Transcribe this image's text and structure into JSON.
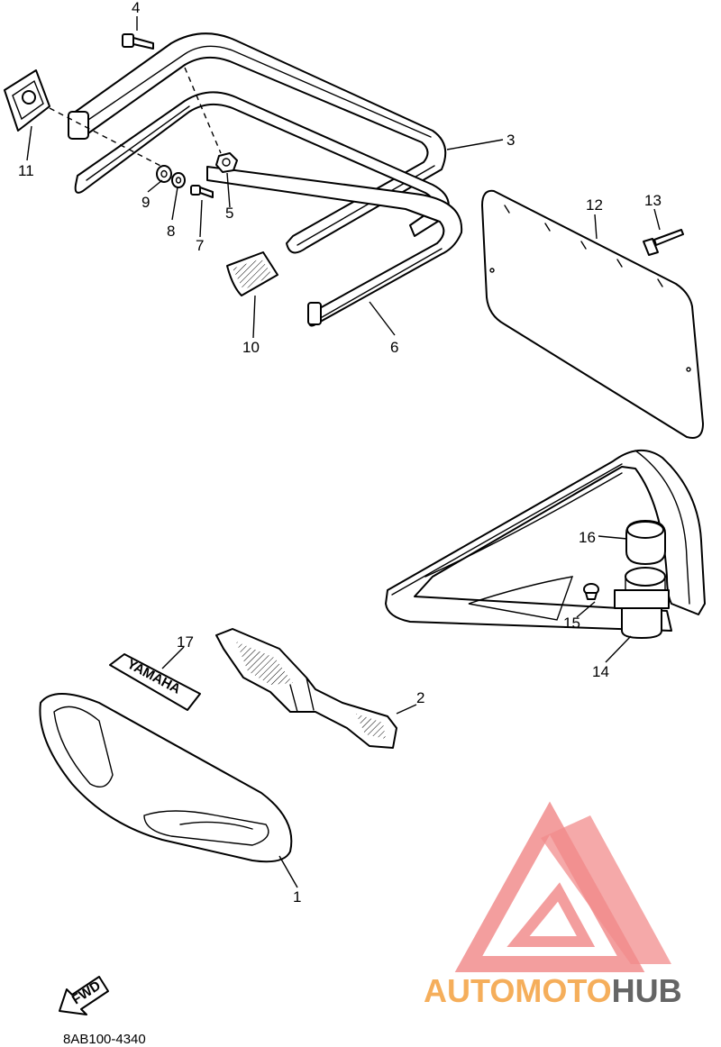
{
  "diagram_code": "8AB100-4340",
  "fwd_label": "FWD",
  "emblem_text": "YAMAHA",
  "watermark": {
    "part1": "AUTOMOTO",
    "part2": "HUB",
    "color1": "#f4a64a",
    "color2": "#555555",
    "logo_color": "#f08080"
  },
  "callouts": [
    "1",
    "2",
    "3",
    "4",
    "5",
    "6",
    "7",
    "8",
    "9",
    "10",
    "11",
    "12",
    "13",
    "14",
    "15",
    "16",
    "17"
  ]
}
